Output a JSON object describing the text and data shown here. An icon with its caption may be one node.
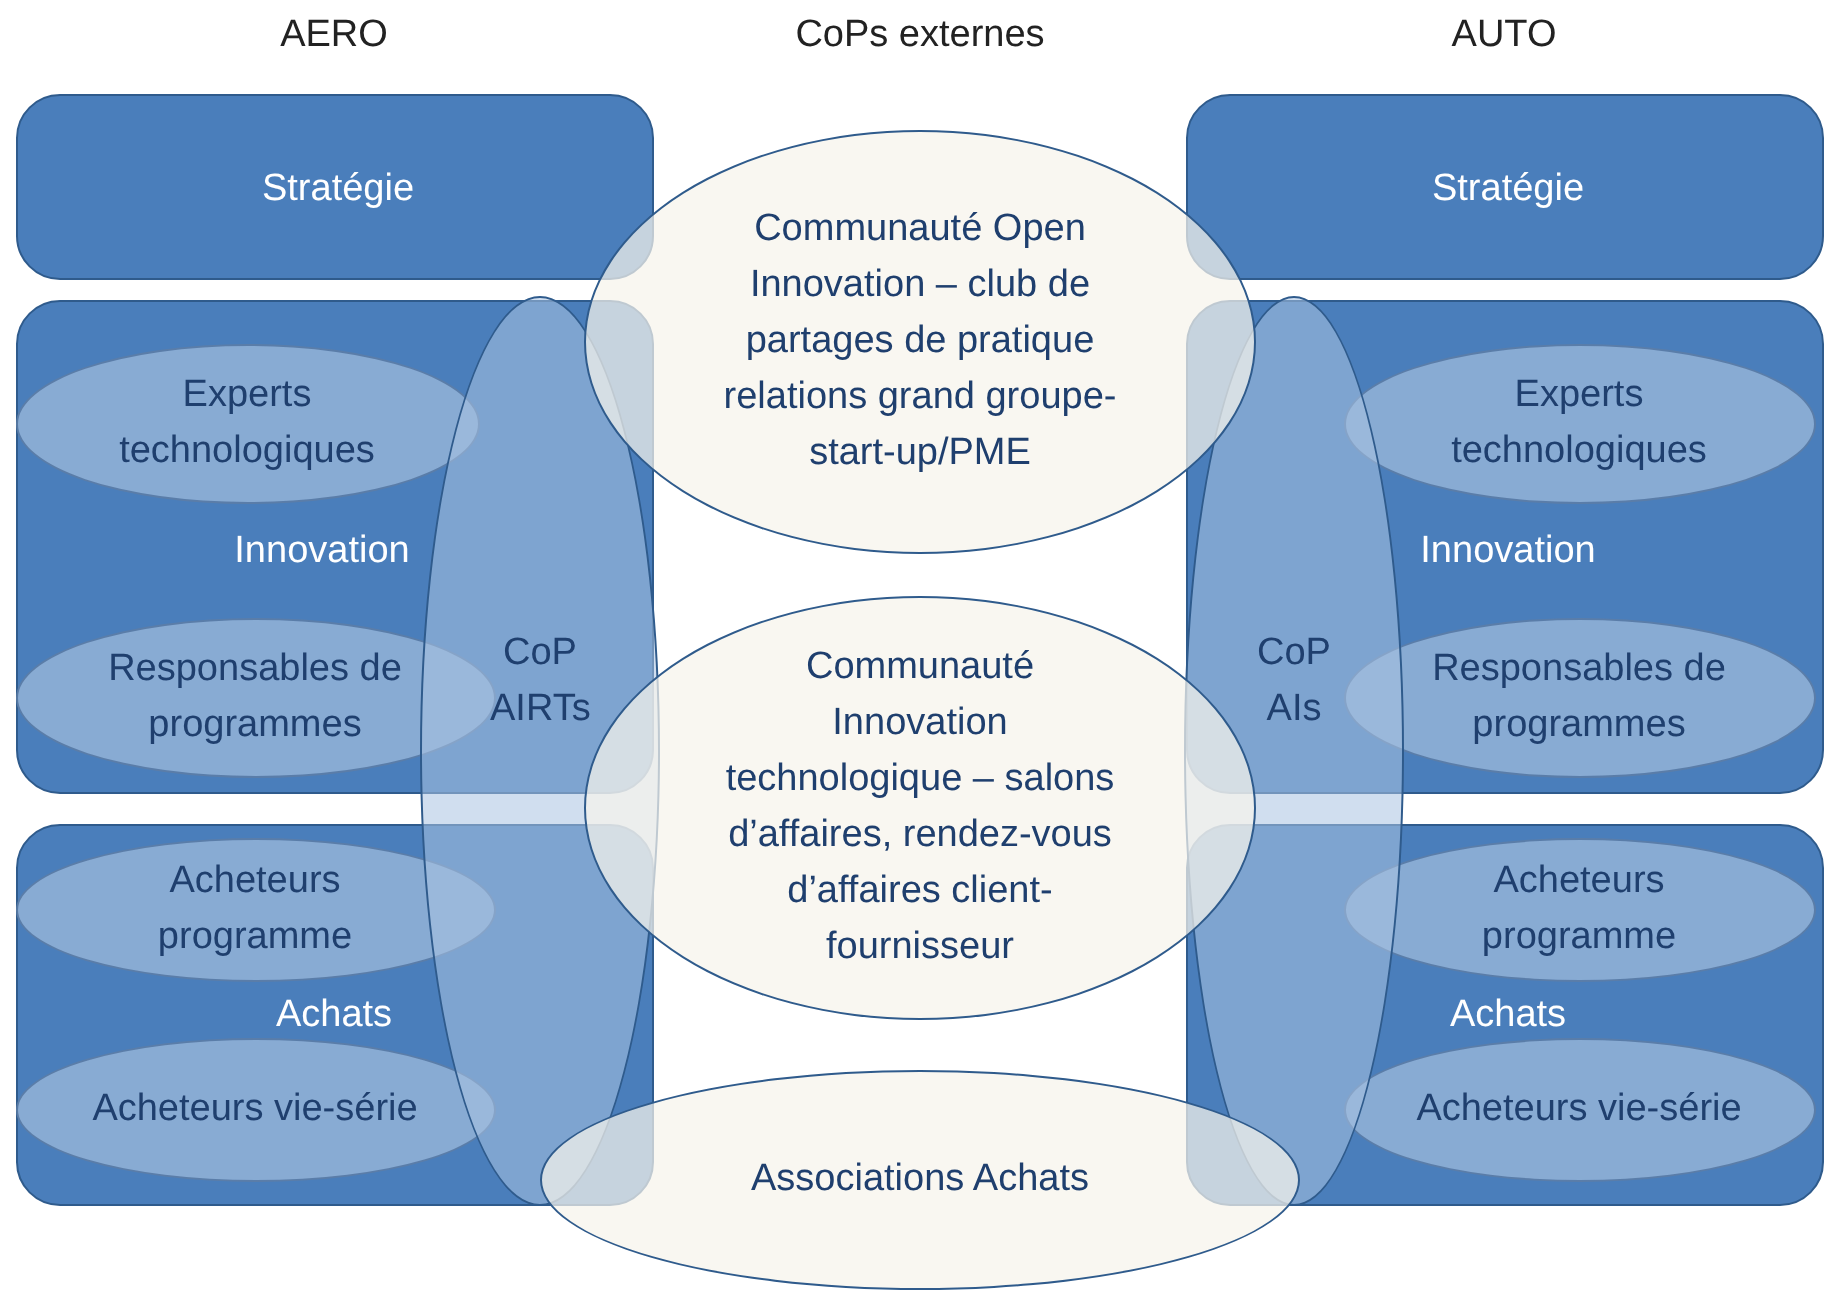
{
  "diagram": {
    "nodes": [
      {
        "text": [
          "Stratégie"
        ]
      },
      {
        "text": [
          "Innovation"
        ]
      },
      {
        "text": [
          "Experts technologiques"
        ],
        "in": 1
      },
      {
        "text": [
          "Responsables de programmes"
        ],
        "in": 1
      },
      {
        "text": [
          "Achats"
        ]
      },
      {
        "text": [
          "Acheteurs programme"
        ],
        "in": 4
      },
      {
        "text": [
          "Acheteurs vie-série"
        ],
        "in": 4
      },
      {
        "text": [
          "CoP AIRTs"
        ]
      },
      {
        "text": [
          "Communauté Open Innovation – club de partages de pratique relations grand groupe-start-up/PME"
        ]
      },
      {
        "text": [
          "Communauté Innovation technologique – salons d’affaires, rendez-vous d’affaires client-fournisseur"
        ]
      },
      {
        "text": [
          "Associations Achats"
        ]
      },
      {
        "text": [
          "Stratégie"
        ]
      },
      {
        "text": [
          "Innovation"
        ]
      },
      {
        "text": [
          "Experts technologiques"
        ],
        "in": 12
      },
      {
        "text": [
          "Responsables de programmes"
        ],
        "in": 12
      },
      {
        "text": [
          "Achats"
        ]
      },
      {
        "text": [
          "Acheteurs programme"
        ],
        "in": 15
      },
      {
        "text": [
          "Acheteurs vie-série"
        ],
        "in": 15
      },
      {
        "text": [
          "CoP AIs"
        ]
      }
    ],
    "edges": [],
    "labels": [
      "AERO",
      "CoPs externes",
      "AUTO"
    ]
  }
}
